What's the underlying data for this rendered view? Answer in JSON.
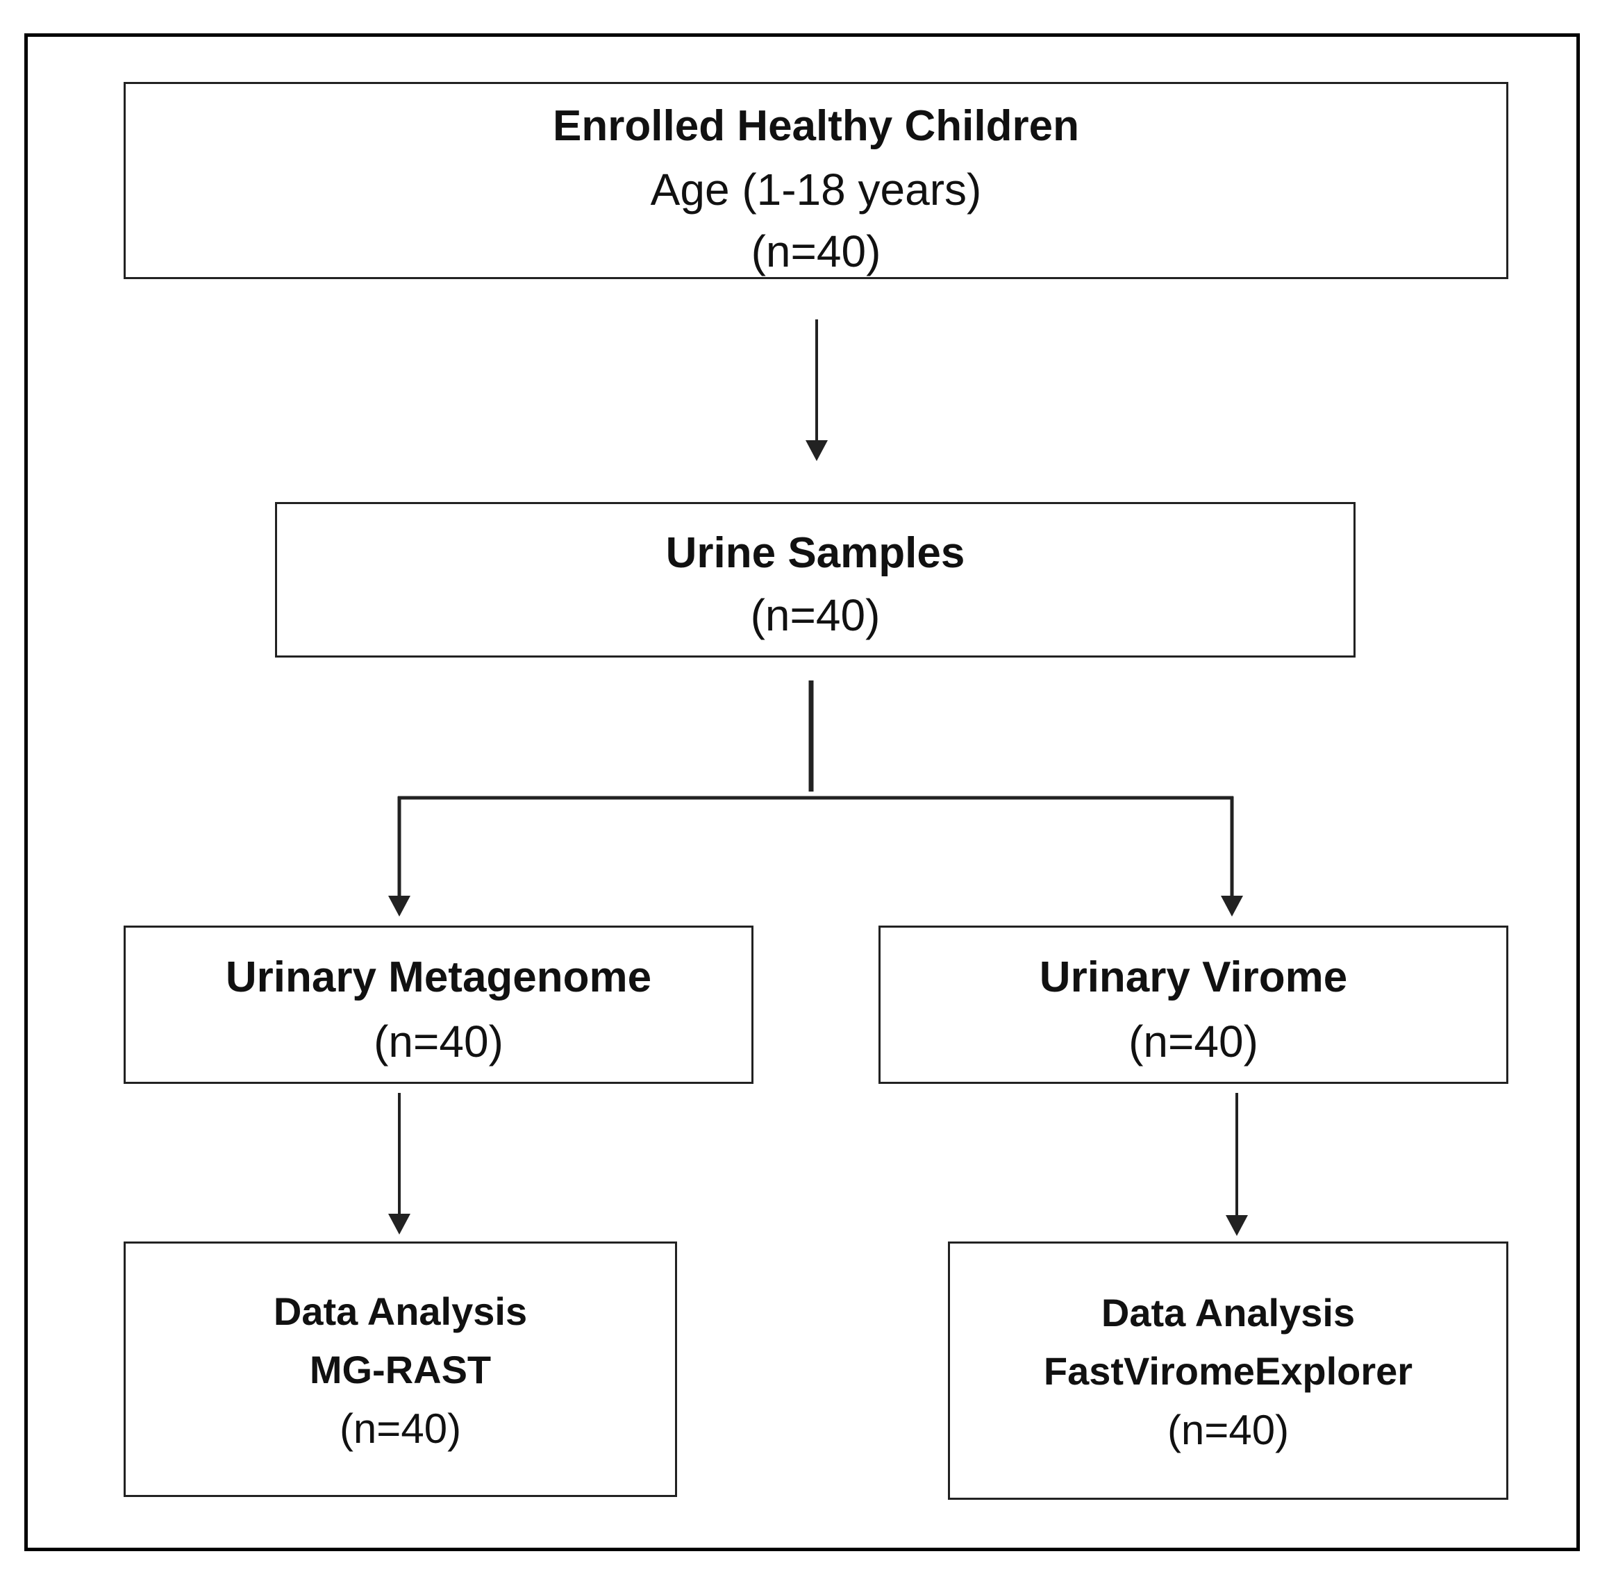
{
  "boxes": {
    "enrolled": {
      "title": "Enrolled Healthy Children",
      "subtitle": "Age (1-18 years)",
      "count": "(n=40)"
    },
    "urine": {
      "title": "Urine Samples",
      "count": "(n=40)"
    },
    "metagenome": {
      "title": "Urinary Metagenome",
      "count": "(n=40)"
    },
    "virome": {
      "title": "Urinary Virome",
      "count": "(n=40)"
    },
    "analysis_mg": {
      "title": "Data Analysis",
      "tool": "MG-RAST",
      "count": "(n=40)"
    },
    "analysis_vir": {
      "title": "Data Analysis",
      "tool": "FastViromeExplorer",
      "count": "(n=40)"
    }
  },
  "colors": {
    "stroke": "#222222",
    "frame": "#000000",
    "text": "#111111"
  }
}
